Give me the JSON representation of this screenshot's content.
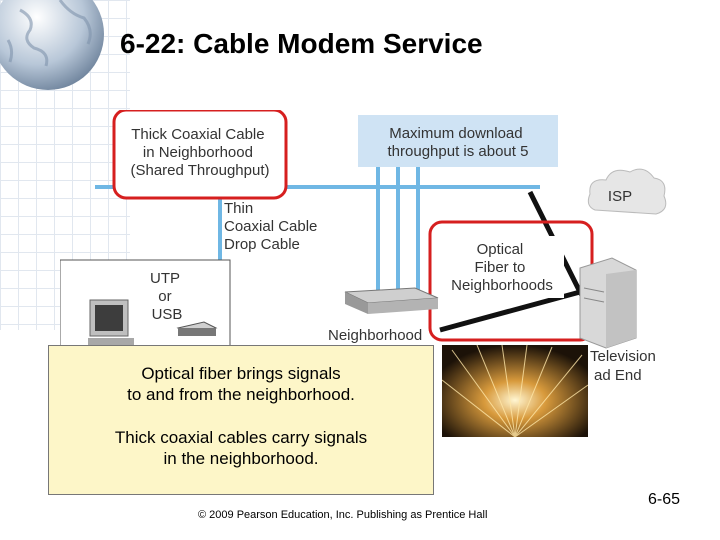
{
  "slide": {
    "title": "6-22: Cable Modem Service",
    "page_number": "6-65",
    "footer": "© 2009 Pearson Education, Inc.  Publishing as Prentice Hall"
  },
  "diagram": {
    "thick_coax_label": [
      "Thick Coaxial Cable",
      "in Neighborhood",
      "(Shared Throughput)"
    ],
    "max_download_label": [
      "Maximum download",
      "throughput is about 5"
    ],
    "thin_coax_label": [
      "Thin",
      "Coaxial Cable",
      "Drop Cable"
    ],
    "isp_label": "ISP",
    "optical_label": [
      "Optical",
      "Fiber to",
      "Neighborhoods"
    ],
    "utp_label": [
      "UTP",
      "or",
      "USB"
    ],
    "neighborhood_label": "Neighborhood",
    "headend_label": [
      "Television",
      "ad End"
    ]
  },
  "callout": {
    "line1": "Optical fiber brings signals",
    "line2": "to and from the neighborhood.",
    "line3": "Thick coaxial cables carry signals",
    "line4": "in the neighborhood."
  },
  "colors": {
    "highlight_box": "#d61f1f",
    "coax": "#6fb7e4",
    "label_box_fill": "#cfe3f4",
    "callout_fill": "#fdf6c8"
  }
}
